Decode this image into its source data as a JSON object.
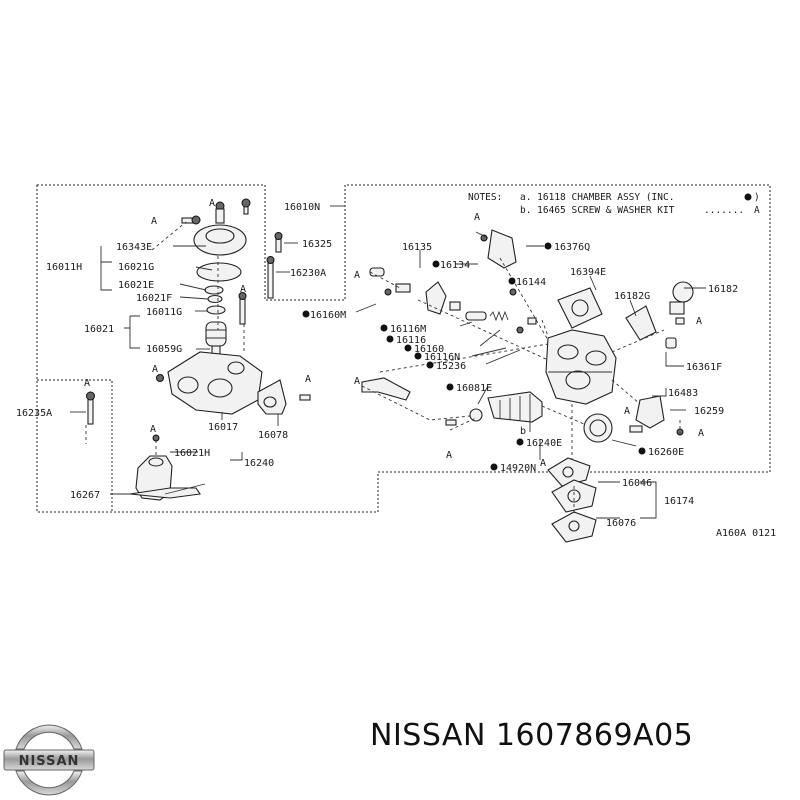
{
  "notes": {
    "heading": "NOTES:",
    "line_a": "a. 16118  CHAMBER ASSY (INC.",
    "line_b": "b. 16465  SCREW & WASHER KIT",
    "symbol_a": "A"
  },
  "callouts": {
    "a": "A",
    "b": "b"
  },
  "parts": {
    "p16010N": "16010N",
    "p16343E": "16343E",
    "p16011H": "16011H",
    "p16021G": "16021G",
    "p16021E": "16021E",
    "p16021F": "16021F",
    "p16011G": "16011G",
    "p16021": "16021",
    "p16059G": "16059G",
    "p16325": "16325",
    "p16230A": "16230A",
    "p16017": "16017",
    "p16078": "16078",
    "p16235A": "16235A",
    "p16021H": "16021H",
    "p16240": "16240",
    "p16267": "16267",
    "p16135": "16135",
    "p16134": "16134",
    "p16376Q": "16376Q",
    "p16144": "16144",
    "p16394E": "16394E",
    "p16182G": "16182G",
    "p16182": "16182",
    "p16160M": "16160M",
    "p16116M": "16116M",
    "p16116": "16116",
    "p16160": "16160",
    "p16116N": "16116N",
    "p15236": "15236",
    "p16361F": "16361F",
    "p16483": "16483",
    "p16081E": "16081E",
    "p16259": "16259",
    "p16240E": "16240E",
    "p16260E": "16260E",
    "p14920N": "14920N",
    "p16046": "16046",
    "p16174": "16174",
    "p16076": "16076"
  },
  "diagram_code": "A160A 0121",
  "footer": {
    "caption": "NISSAN 1607869A05",
    "logo_text": "NISSAN"
  }
}
